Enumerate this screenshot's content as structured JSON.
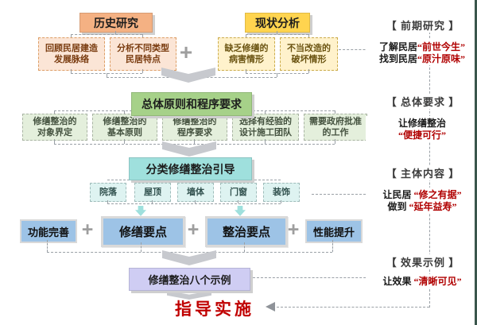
{
  "top_section": {
    "history": {
      "title": "历史研究",
      "items": [
        "回顾民居建造\n发展脉络",
        "分析不同类型\n民居特点"
      ]
    },
    "plus": "+",
    "status": {
      "title": "现状分析",
      "items": [
        "缺乏修缮的\n病害情形",
        "不当改造的\n破坏情形"
      ]
    }
  },
  "principles": {
    "title": "总体原则和程序要求",
    "items": [
      "修缮整治的\n对象界定",
      "修缮整治的\n基本原则",
      "修缮整治的\n程序要求",
      "选择有经验的\n设计施工团队",
      "需要政府批准\n的工作"
    ]
  },
  "guidance": {
    "title": "分类修缮整治引导",
    "items": [
      "院落",
      "屋顶",
      "墙体",
      "门窗",
      "装饰"
    ]
  },
  "points_row": {
    "plus": "+",
    "items": [
      "功能完善",
      "修缮要点",
      "整治要点",
      "性能提升"
    ]
  },
  "examples": {
    "title": "修缮整治八个示例"
  },
  "implementation": {
    "title": "指导实施"
  },
  "annotations": [
    {
      "label": "【 前期研究 】",
      "lines": [
        {
          "black": "了解民居",
          "red": "“前世今生”"
        },
        {
          "black": "找到民居",
          "red": "“原汁原味”"
        }
      ]
    },
    {
      "label": "【 总体要求 】",
      "lines": [
        {
          "black": "让修缮整治",
          "red": ""
        },
        {
          "black": "",
          "red": "“便捷可行”"
        }
      ]
    },
    {
      "label": "【 主体内容 】",
      "lines": [
        {
          "black": "让民居 ",
          "red": "“修之有据”"
        },
        {
          "black": "做到 ",
          "red": "“延年益寿”"
        }
      ]
    },
    {
      "label": "【 效果示例 】",
      "lines": [
        {
          "black": "让效果 ",
          "red": "“清晰可见”"
        }
      ]
    }
  ],
  "colors": {
    "history_header": "#f4b183",
    "status_header": "#ffd44f",
    "principles_header": "#a6d189",
    "guidance_header": "#9fe0dd",
    "points_boxes": "#9dc3e6",
    "examples_box": "#cfcdf3",
    "accent_red": "#c00000",
    "connector_gray": "#9aa0a6"
  }
}
